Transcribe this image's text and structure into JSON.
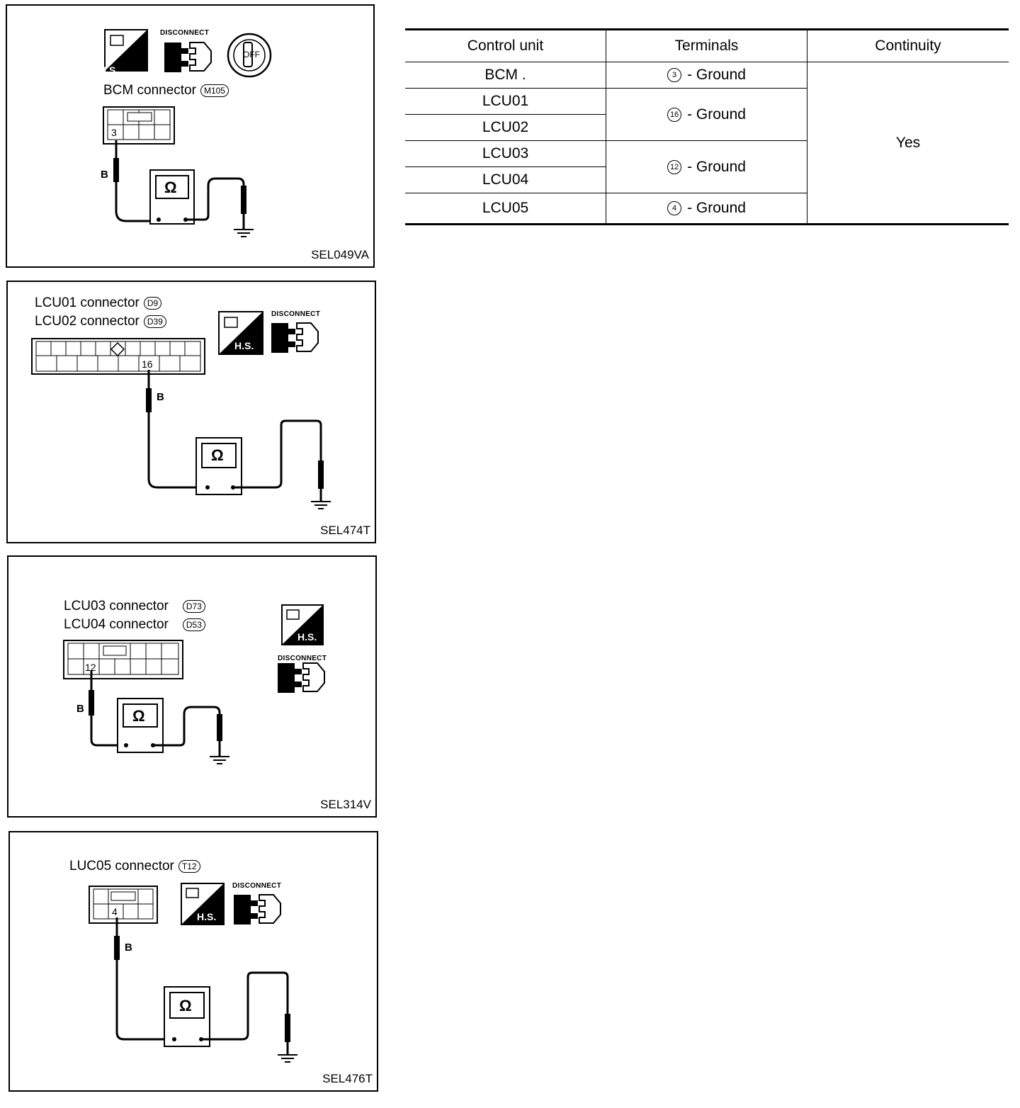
{
  "panels": [
    {
      "code": "SEL049VA",
      "connectors": [
        {
          "label": "BCM  connector",
          "id": "M105"
        }
      ],
      "pin": "3",
      "wire": "B",
      "disconnect": "DISCONNECT",
      "hs": "H.S.",
      "key": "OFF"
    },
    {
      "code": "SEL474T",
      "connectors": [
        {
          "label": "LCU01 connector",
          "id": "D9"
        },
        {
          "label": "LCU02 connector",
          "id": "D39"
        }
      ],
      "pin": "16",
      "wire": "B",
      "disconnect": "DISCONNECT",
      "hs": "H.S."
    },
    {
      "code": "SEL314V",
      "connectors": [
        {
          "label": "LCU03  connector",
          "id": "D73"
        },
        {
          "label": "LCU04  connector",
          "id": "D53"
        }
      ],
      "pin": "12",
      "wire": "B",
      "disconnect": "DISCONNECT",
      "hs": "H.S."
    },
    {
      "code": "SEL476T",
      "connectors": [
        {
          "label": "LUC05 connector",
          "id": "T12"
        }
      ],
      "pin": "4",
      "wire": "B",
      "disconnect": "DISCONNECT",
      "hs": "H.S."
    }
  ],
  "table": {
    "headers": [
      "Control unit",
      "Terminals",
      "Continuity"
    ],
    "rows": [
      {
        "unit": "BCM .",
        "terminal_pin": "3",
        "terminal_text": "- Ground"
      },
      {
        "unit": "LCU01",
        "terminal_pin": "16",
        "terminal_text": "- Ground"
      },
      {
        "unit": "LCU02"
      },
      {
        "unit": "LCU03",
        "terminal_pin": "12",
        "terminal_text": "- Ground"
      },
      {
        "unit": "LCU04"
      },
      {
        "unit": "LCU05",
        "terminal_pin": "4",
        "terminal_text": "- Ground"
      }
    ],
    "continuity": "Yes"
  },
  "omega": "Ω"
}
